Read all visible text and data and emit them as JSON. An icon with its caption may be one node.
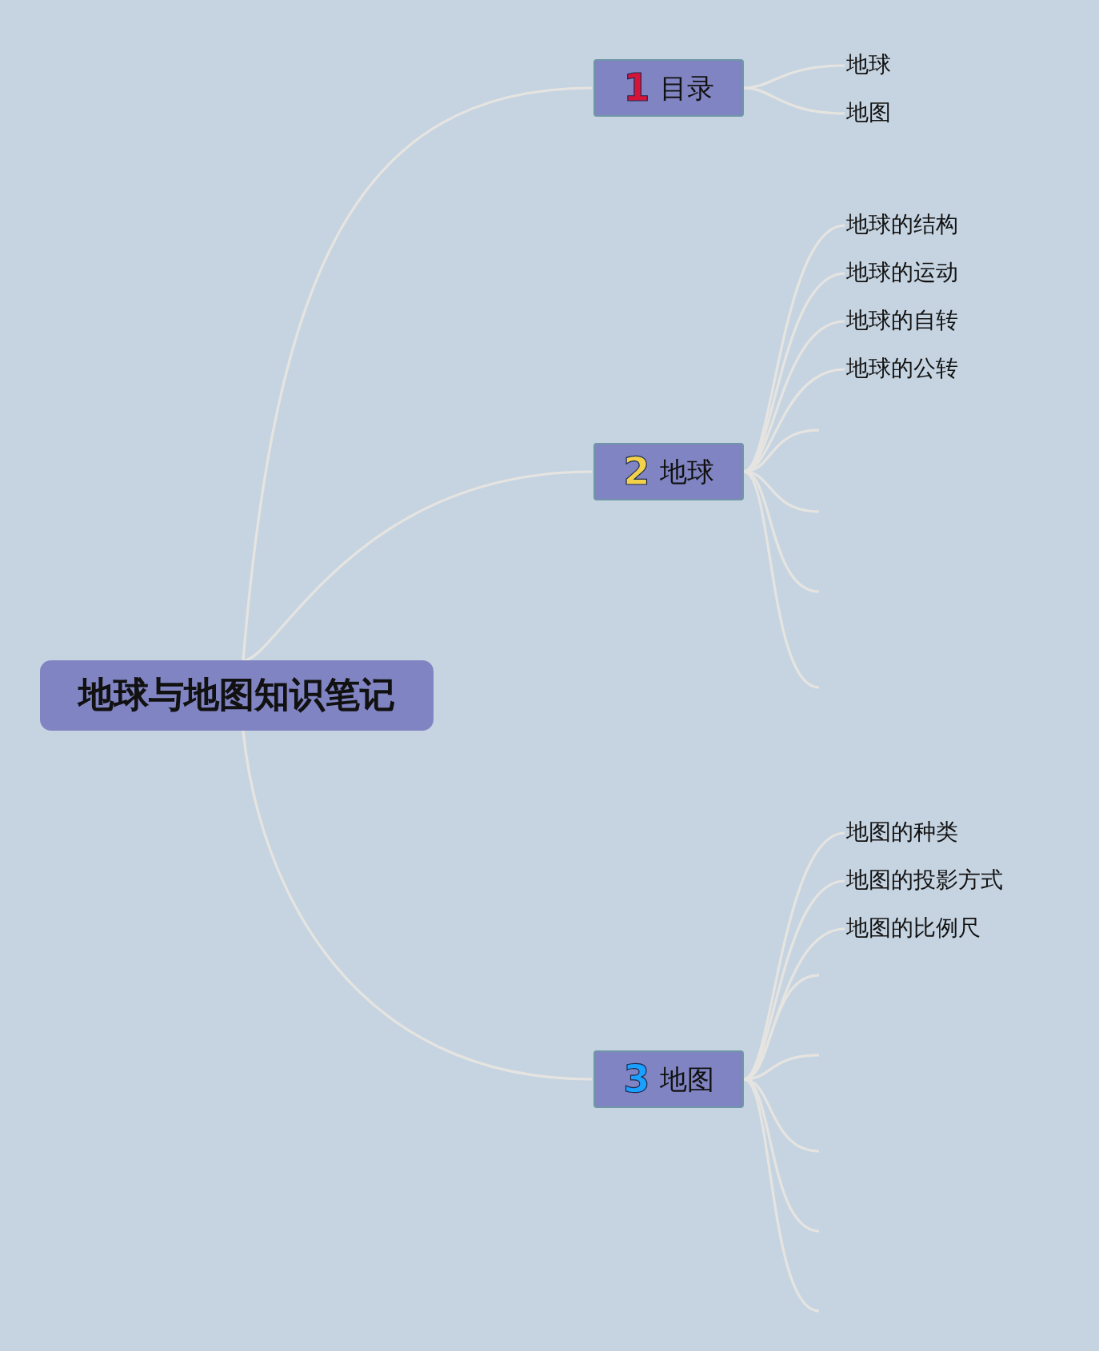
{
  "diagram": {
    "nodes": [
      {
        "text": [
          "地球与地图知识笔记"
        ]
      },
      {
        "text": [
          "1",
          "目录"
        ]
      },
      {
        "text": [
          "地球"
        ]
      },
      {
        "text": [
          "地图"
        ]
      },
      {
        "text": [
          "2",
          "地球"
        ]
      },
      {
        "text": [
          "地球的结构"
        ]
      },
      {
        "text": [
          "地球的运动"
        ]
      },
      {
        "text": [
          "地球的自转"
        ]
      },
      {
        "text": [
          "地球的公转"
        ]
      },
      {
        "text": [
          "3",
          "地图"
        ]
      },
      {
        "text": [
          "地图的种类"
        ]
      },
      {
        "text": [
          "地图的投影方式"
        ]
      },
      {
        "text": [
          "地图的比例尺"
        ]
      }
    ],
    "edges": [
      {
        "from": 0,
        "to": 1,
        "arrow": "none"
      },
      {
        "from": 0,
        "to": 4,
        "arrow": "none"
      },
      {
        "from": 0,
        "to": 9,
        "arrow": "none"
      },
      {
        "from": 1,
        "to": 2,
        "arrow": "none"
      },
      {
        "from": 1,
        "to": 3,
        "arrow": "none"
      },
      {
        "from": 4,
        "to": 5,
        "arrow": "none"
      },
      {
        "from": 4,
        "to": 6,
        "arrow": "none"
      },
      {
        "from": 4,
        "to": 7,
        "arrow": "none"
      },
      {
        "from": 4,
        "to": 8,
        "arrow": "none"
      },
      {
        "from": 4,
        "to": null,
        "arrow": "none"
      },
      {
        "from": 4,
        "to": null,
        "arrow": "none"
      },
      {
        "from": 4,
        "to": null,
        "arrow": "none"
      },
      {
        "from": 4,
        "to": null,
        "arrow": "none"
      },
      {
        "from": 9,
        "to": 10,
        "arrow": "none"
      },
      {
        "from": 9,
        "to": 11,
        "arrow": "none"
      },
      {
        "from": 9,
        "to": 12,
        "arrow": "none"
      },
      {
        "from": 9,
        "to": null,
        "arrow": "none"
      },
      {
        "from": 9,
        "to": null,
        "arrow": "none"
      },
      {
        "from": 9,
        "to": null,
        "arrow": "none"
      },
      {
        "from": 9,
        "to": null,
        "arrow": "none"
      },
      {
        "from": 9,
        "to": null,
        "arrow": "none"
      }
    ]
  }
}
